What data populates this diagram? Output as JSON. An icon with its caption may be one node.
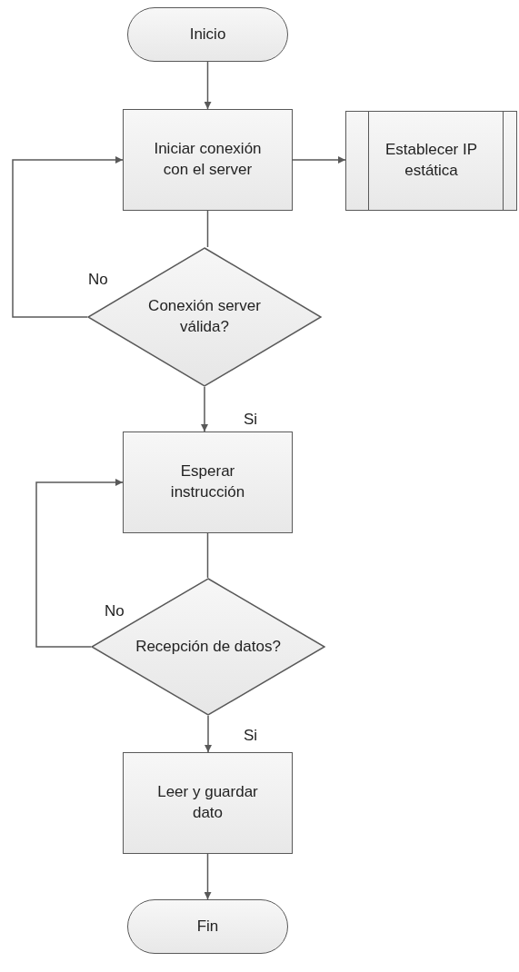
{
  "diagram": {
    "nodes": [
      {
        "text": [
          "Inicio"
        ]
      },
      {
        "text": [
          "Iniciar conexión con el server"
        ]
      },
      {
        "text": [
          "Establecer IP estática"
        ]
      },
      {
        "text": [
          "Conexión server válida?"
        ]
      },
      {
        "text": [
          "Esperar instrucción"
        ]
      },
      {
        "text": [
          "Recepción de datos?"
        ]
      },
      {
        "text": [
          "Leer y guardar dato"
        ]
      },
      {
        "text": [
          "Fin"
        ]
      }
    ],
    "edges": [
      {
        "from": 0,
        "to": 1,
        "arrow": "to"
      },
      {
        "from": 1,
        "to": 2,
        "arrow": "to"
      },
      {
        "from": 1,
        "to": 3,
        "arrow": "none"
      },
      {
        "from": 3,
        "to": 1,
        "arrow": "to",
        "label": "No"
      },
      {
        "from": 3,
        "to": 4,
        "arrow": "to",
        "label": "Si"
      },
      {
        "from": 4,
        "to": 5,
        "arrow": "none"
      },
      {
        "from": 5,
        "to": 4,
        "arrow": "to",
        "label": "No"
      },
      {
        "from": 5,
        "to": 6,
        "arrow": "to",
        "label": "Si"
      },
      {
        "from": 6,
        "to": 7,
        "arrow": "to"
      }
    ]
  }
}
